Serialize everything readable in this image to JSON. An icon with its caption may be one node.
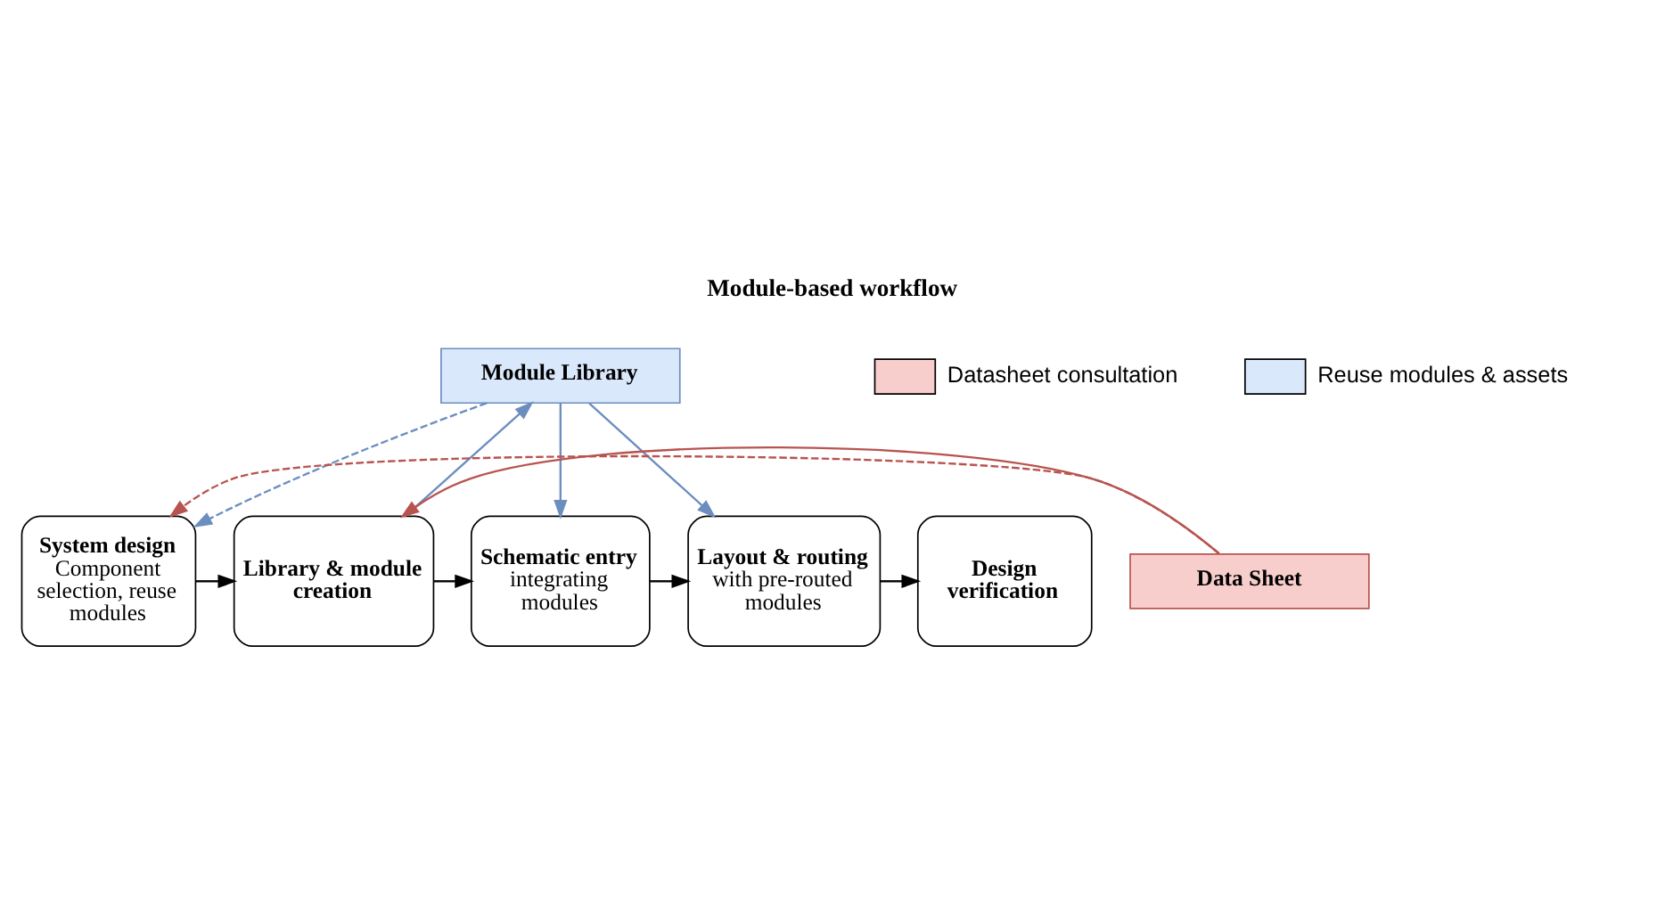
{
  "diagram": {
    "title": "Module-based workflow",
    "nodes": [
      {
        "text": [
          "Module Library"
        ]
      },
      {
        "text": [
          "System design",
          "Component selection, reuse modules"
        ]
      },
      {
        "text": [
          "Library & module creation"
        ]
      },
      {
        "text": [
          "Schematic entry",
          "integrating modules"
        ]
      },
      {
        "text": [
          "Layout & routing",
          "with pre-routed modules"
        ]
      },
      {
        "text": [
          "Design verification"
        ]
      },
      {
        "text": [
          "Data Sheet"
        ]
      }
    ],
    "edges": [
      {
        "from": 1,
        "to": 2,
        "arrow": "to"
      },
      {
        "from": 2,
        "to": 3,
        "arrow": "to"
      },
      {
        "from": 3,
        "to": 4,
        "arrow": "to"
      },
      {
        "from": 4,
        "to": 5,
        "arrow": "to"
      },
      {
        "from": 0,
        "to": 1,
        "arrow": "to",
        "style": "dashed",
        "color": "#6c8ebf"
      },
      {
        "from": 2,
        "to": 0,
        "arrow": "to",
        "color": "#6c8ebf"
      },
      {
        "from": 0,
        "to": 3,
        "arrow": "to",
        "color": "#6c8ebf"
      },
      {
        "from": 0,
        "to": 4,
        "arrow": "to",
        "color": "#6c8ebf"
      },
      {
        "from": 6,
        "to": 2,
        "arrow": "to",
        "color": "#b85450"
      },
      {
        "from": 6,
        "to": 1,
        "arrow": "to",
        "style": "dashed",
        "color": "#b85450"
      }
    ],
    "legend": [
      {
        "text": "Datasheet consultation",
        "color": "#f8cecc"
      },
      {
        "text": "Reuse modules & assets",
        "color": "#dae8fc"
      }
    ]
  }
}
